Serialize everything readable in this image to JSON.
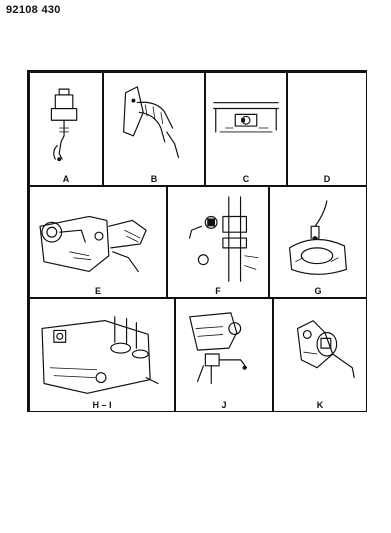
{
  "document": {
    "id": "92108 430"
  },
  "panels": [
    {
      "key": "A",
      "label": "A"
    },
    {
      "key": "B",
      "label": "B"
    },
    {
      "key": "C",
      "label": "C"
    },
    {
      "key": "D",
      "label": "D"
    },
    {
      "key": "E",
      "label": "E"
    },
    {
      "key": "F",
      "label": "F"
    },
    {
      "key": "G",
      "label": "G"
    },
    {
      "key": "HI",
      "label": "H – I"
    },
    {
      "key": "J",
      "label": "J"
    },
    {
      "key": "K",
      "label": "K"
    }
  ]
}
